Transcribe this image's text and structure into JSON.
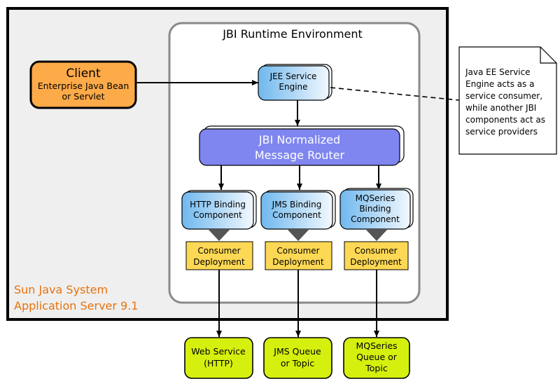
{
  "server": {
    "line1": "Sun Java System",
    "line2": "Application Server 9.1",
    "label_color": "#e8720c"
  },
  "runtime": {
    "title": "JBI Runtime Environment"
  },
  "client": {
    "title": "Client",
    "line1": "Enterprise Java Bean",
    "line2": "or Servlet",
    "color": "#fdaa48"
  },
  "jee_engine": {
    "line1": "JEE Service",
    "line2": "Engine"
  },
  "router": {
    "line1": "JBI Normalized",
    "line2": "Message Router",
    "color": "#7f86f0"
  },
  "bindings": [
    {
      "line1": "HTTP Binding",
      "line2": "Component",
      "line3": ""
    },
    {
      "line1": "JMS Binding",
      "line2": "Component",
      "line3": ""
    },
    {
      "line1": "MQSeries",
      "line2": "Binding",
      "line3": "Component"
    }
  ],
  "deployments": [
    {
      "line1": "Consumer",
      "line2": "Deployment"
    },
    {
      "line1": "Consumer",
      "line2": "Deployment"
    },
    {
      "line1": "Consumer",
      "line2": "Deployment"
    }
  ],
  "endpoints": [
    {
      "line1": "Web Service",
      "line2": "(HTTP)",
      "line3": ""
    },
    {
      "line1": "JMS Queue",
      "line2": "or Topic",
      "line3": ""
    },
    {
      "line1": "MQSeries",
      "line2": "Queue or",
      "line3": "Topic"
    }
  ],
  "note": {
    "lines": [
      "Java EE Service",
      "Engine acts as a",
      "service consumer,",
      "while another JBI",
      "components act as",
      "service providers"
    ]
  },
  "colors": {
    "deployment": "#fdd854",
    "endpoint": "#d5f00e",
    "server_bg": "#efefef"
  }
}
